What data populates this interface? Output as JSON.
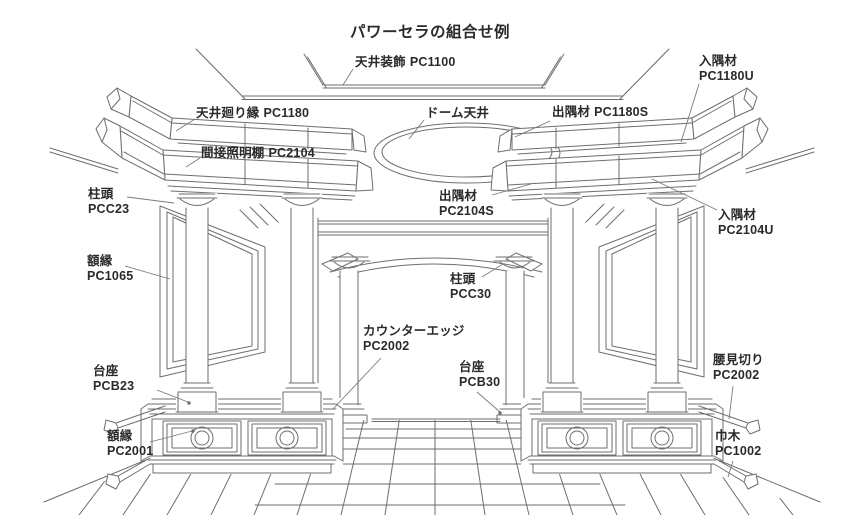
{
  "title": "パワーセラの組合せ例",
  "colors": {
    "background": "#ffffff",
    "line": "#6e6e6e",
    "leader": "#7a7a7a",
    "text": "#2a2a2a"
  },
  "diagram": {
    "description": "Interior perspective line drawing of a room showing Power Cera molding products: ceiling decoration, dome ceiling, crown moldings, indirect-lighting shelf cornices, columns with capitals and pedestals, wall panel frames, arched alcove, counter edge, wainscot cabinets with medallion panels, chair rail and baseboard",
    "labels": [
      {
        "id": "pc1100",
        "part": "天井装飾",
        "code": "PC1100"
      },
      {
        "id": "pc1180u",
        "part": "入隅材",
        "code": "PC1180U"
      },
      {
        "id": "pc1180",
        "part": "天井廻り縁",
        "code": "PC1180"
      },
      {
        "id": "pc2104",
        "part": "間接照明棚",
        "code": "PC2104"
      },
      {
        "id": "dome",
        "part": "ドーム天井",
        "code": ""
      },
      {
        "id": "pc1180s",
        "part": "出隅材",
        "code": "PC1180S"
      },
      {
        "id": "pc2104s",
        "part": "出隅材",
        "code": "PC2104S"
      },
      {
        "id": "pcc23",
        "part": "柱頭",
        "code": "PCC23"
      },
      {
        "id": "pc1065",
        "part": "額縁",
        "code": "PC1065"
      },
      {
        "id": "pcc30",
        "part": "柱頭",
        "code": "PCC30"
      },
      {
        "id": "counteredge",
        "part": "カウンターエッジ",
        "code": "PC2002"
      },
      {
        "id": "pcb30",
        "part": "台座",
        "code": "PCB30"
      },
      {
        "id": "pcb23",
        "part": "台座",
        "code": "PCB23"
      },
      {
        "id": "pc2104u",
        "part": "入隅材",
        "code": "PC2104U"
      },
      {
        "id": "koshimikiri",
        "part": "腰見切り",
        "code": "PC2002"
      },
      {
        "id": "pc2001",
        "part": "額縁",
        "code": "PC2001"
      },
      {
        "id": "pc1002",
        "part": "巾木",
        "code": "PC1002"
      }
    ]
  }
}
